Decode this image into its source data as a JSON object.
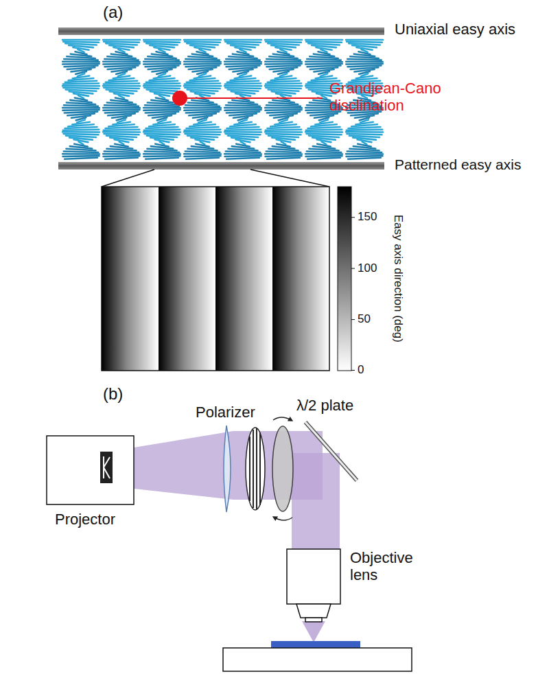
{
  "diagram": {
    "labels": [
      "(a)",
      "Uniaxial easy axis",
      "Grandjean-Cano disclination",
      "Patterned easy axis",
      "150",
      "100",
      "50",
      "0",
      "Easy axis direction (deg)",
      "(b)",
      "Polarizer",
      "λ/2 plate",
      "Projector",
      "Objective lens"
    ]
  }
}
